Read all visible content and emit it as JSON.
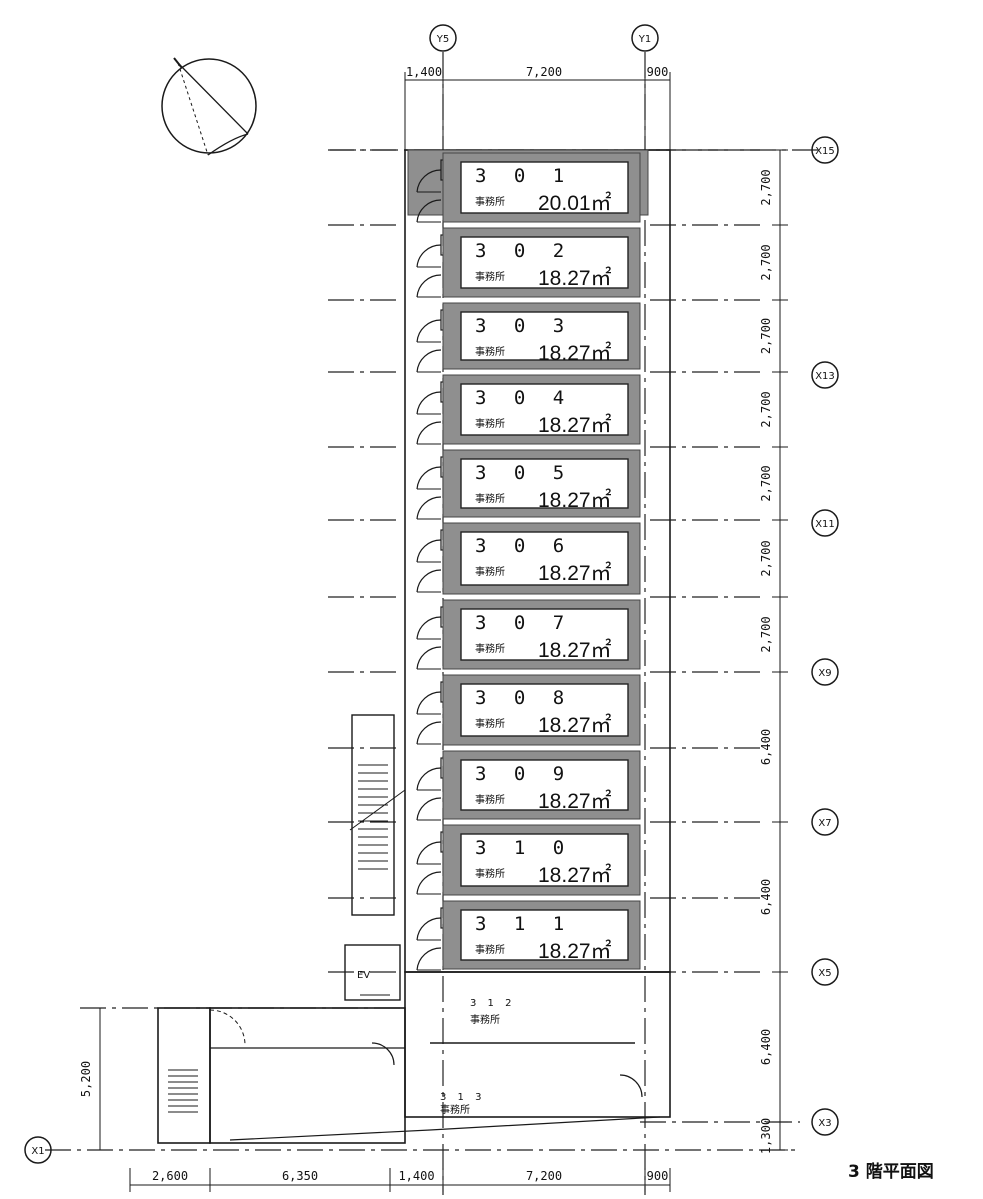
{
  "title": "3 階平面図",
  "grid_y": {
    "left": "Y5",
    "right": "Y1"
  },
  "grid_x": [
    "X15",
    "X13",
    "X11",
    "X9",
    "X7",
    "X5",
    "X3",
    "X1"
  ],
  "dims_top": [
    "1,400",
    "7,200",
    "900"
  ],
  "dims_bottom": [
    "2,600",
    "6,350",
    "1,400",
    "7,200",
    "900"
  ],
  "dims_right": [
    "2,700",
    "2,700",
    "2,700",
    "2,700",
    "2,700",
    "2,700",
    "2,700",
    "6,400",
    "6,400",
    "6,400",
    "1,300"
  ],
  "dims_left": [
    "5,200"
  ],
  "rooms": [
    {
      "number": "3 0 1",
      "use": "事務所",
      "area": "20.01㎡"
    },
    {
      "number": "3 0 2",
      "use": "事務所",
      "area": "18.27㎡"
    },
    {
      "number": "3 0 3",
      "use": "事務所",
      "area": "18.27㎡"
    },
    {
      "number": "3 0 4",
      "use": "事務所",
      "area": "18.27㎡"
    },
    {
      "number": "3 0 5",
      "use": "事務所",
      "area": "18.27㎡"
    },
    {
      "number": "3 0 6",
      "use": "事務所",
      "area": "18.27㎡"
    },
    {
      "number": "3 0 7",
      "use": "事務所",
      "area": "18.27㎡"
    },
    {
      "number": "3 0 8",
      "use": "事務所",
      "area": "18.27㎡"
    },
    {
      "number": "3 0 9",
      "use": "事務所",
      "area": "18.27㎡"
    },
    {
      "number": "3 1 0",
      "use": "事務所",
      "area": "18.27㎡"
    },
    {
      "number": "3 1 1",
      "use": "事務所",
      "area": "18.27㎡"
    }
  ],
  "extra_rooms": [
    {
      "number": "3 1 2",
      "use": "事務所"
    },
    {
      "number": "3 1 3",
      "use": "事務所"
    }
  ],
  "elevator_label": "EV"
}
